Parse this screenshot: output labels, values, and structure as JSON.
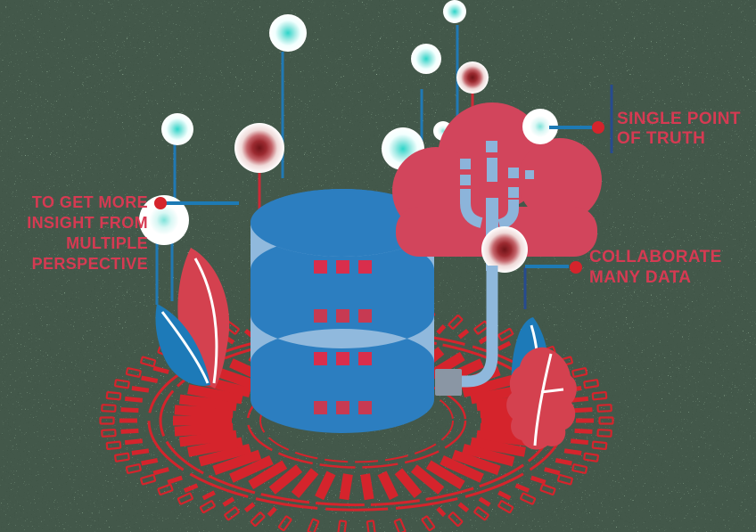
{
  "labels": {
    "left": {
      "text": "TO GET MORE\nINSIGHT FROM\nMULTIPLE\nPERSPECTIVE"
    },
    "single_point": {
      "text": "SINGLE POINT\nOF TRUTH"
    },
    "collaborate": {
      "text": "COLLABORATE\nMANY DATA"
    }
  },
  "colors": {
    "background_green": "#56845c",
    "crimson_text": "#d63a52",
    "cloud_red": "#d2455c",
    "ring_red": "#d5242c",
    "leaf_red": "#d4414f",
    "db_dark_blue": "#2c7ec0",
    "db_light_blue": "#90b9dd",
    "square_bright_red": "#d92e4c",
    "square_muted_red": "#c73a52",
    "circuit_blue": "#8cb4da",
    "cable_blue": "#8fb8dc",
    "plug_gray": "#8a96a4",
    "leader_blue": "#1d7ab5",
    "stem_blue": "#2079b4",
    "stem_navy": "#274b8f",
    "stem_red": "#cc2a36",
    "bubble_teal": "#2ed5c9",
    "bubble_dark_red": "#6f1418",
    "white": "#ffffff"
  }
}
